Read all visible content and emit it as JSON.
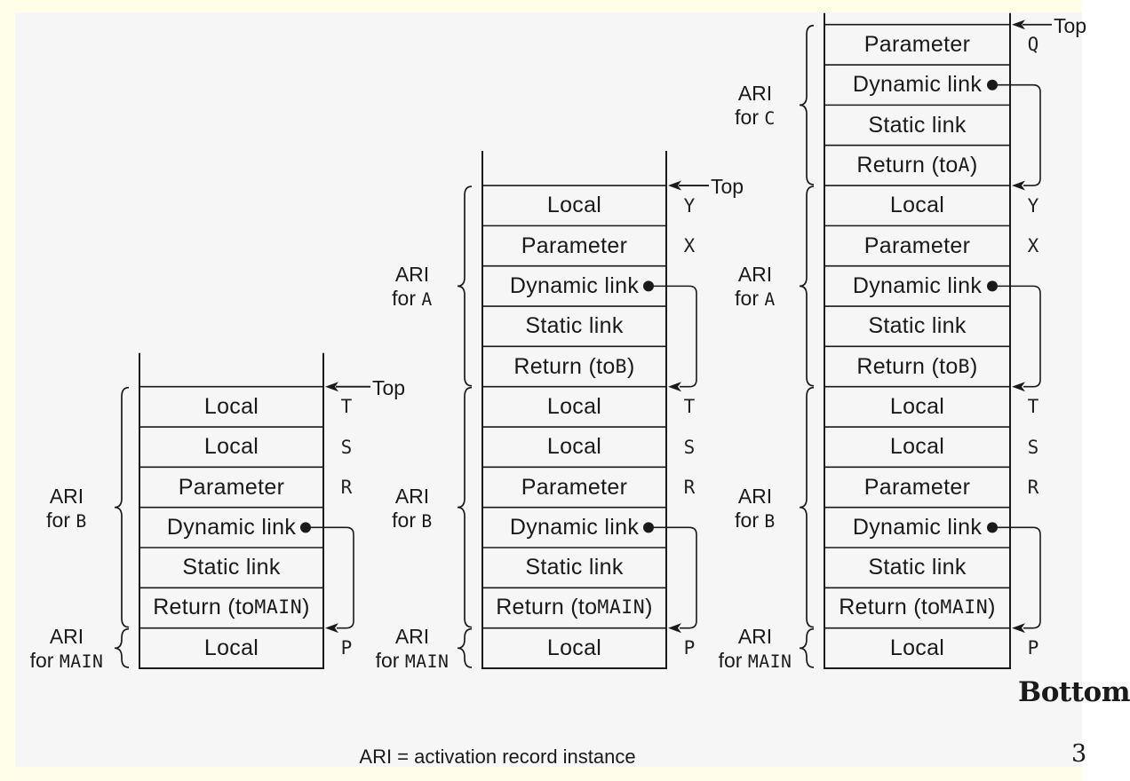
{
  "page": {
    "background": "#f6f6f6",
    "border_color": "#fffee9",
    "line_color": "#1a1a1a",
    "caption": "ARI = activation record instance",
    "bottom_label": "Bottom",
    "page_number_fragment": "3"
  },
  "stacks": [
    {
      "id": "stack-at-call-from-main",
      "top_pointer_label": "Top",
      "cells": [
        {
          "text": "Local",
          "reg": "T"
        },
        {
          "text": "Local",
          "reg": "S"
        },
        {
          "text": "Parameter",
          "reg": "R"
        },
        {
          "text": "Dynamic link",
          "dynamic_link": true
        },
        {
          "text": "Static link"
        },
        {
          "text": "Return (to `MAIN`)"
        },
        {
          "text": "Local",
          "reg": "P"
        }
      ],
      "groups": [
        {
          "label_lines": [
            "ARI",
            "for `B`"
          ],
          "start": 0,
          "end": 5
        },
        {
          "label_lines": [
            "ARI",
            "for `MAIN`"
          ],
          "start": 6,
          "end": 6
        }
      ]
    },
    {
      "id": "stack-at-call-from-b",
      "top_pointer_label": "Top",
      "cells": [
        {
          "text": "Local",
          "reg": "Y"
        },
        {
          "text": "Parameter",
          "reg": "X"
        },
        {
          "text": "Dynamic link",
          "dynamic_link": true
        },
        {
          "text": "Static link"
        },
        {
          "text": "Return (to `B`)"
        },
        {
          "text": "Local",
          "reg": "T"
        },
        {
          "text": "Local",
          "reg": "S"
        },
        {
          "text": "Parameter",
          "reg": "R"
        },
        {
          "text": "Dynamic link",
          "dynamic_link": true
        },
        {
          "text": "Static link"
        },
        {
          "text": "Return (to `MAIN`)"
        },
        {
          "text": "Local",
          "reg": "P"
        }
      ],
      "groups": [
        {
          "label_lines": [
            "ARI",
            "for `A`"
          ],
          "start": 0,
          "end": 4
        },
        {
          "label_lines": [
            "ARI",
            "for `B`"
          ],
          "start": 5,
          "end": 10
        },
        {
          "label_lines": [
            "ARI",
            "for `MAIN`"
          ],
          "start": 11,
          "end": 11
        }
      ]
    },
    {
      "id": "stack-at-call-from-a",
      "top_pointer_label": "Top",
      "cells": [
        {
          "text": "Parameter",
          "reg": "Q"
        },
        {
          "text": "Dynamic link",
          "dynamic_link": true
        },
        {
          "text": "Static link"
        },
        {
          "text": "Return (to `A`)"
        },
        {
          "text": "Local",
          "reg": "Y"
        },
        {
          "text": "Parameter",
          "reg": "X"
        },
        {
          "text": "Dynamic link",
          "dynamic_link": true
        },
        {
          "text": "Static link"
        },
        {
          "text": "Return (to `B`)"
        },
        {
          "text": "Local",
          "reg": "T"
        },
        {
          "text": "Local",
          "reg": "S"
        },
        {
          "text": "Parameter",
          "reg": "R"
        },
        {
          "text": "Dynamic link",
          "dynamic_link": true
        },
        {
          "text": "Static link"
        },
        {
          "text": "Return (to `MAIN`)"
        },
        {
          "text": "Local",
          "reg": "P"
        }
      ],
      "groups": [
        {
          "label_lines": [
            "ARI",
            "for `C`"
          ],
          "start": 0,
          "end": 3
        },
        {
          "label_lines": [
            "ARI",
            "for `A`"
          ],
          "start": 4,
          "end": 8
        },
        {
          "label_lines": [
            "ARI",
            "for `B`"
          ],
          "start": 9,
          "end": 14
        },
        {
          "label_lines": [
            "ARI",
            "for `MAIN`"
          ],
          "start": 15,
          "end": 15
        }
      ]
    }
  ]
}
